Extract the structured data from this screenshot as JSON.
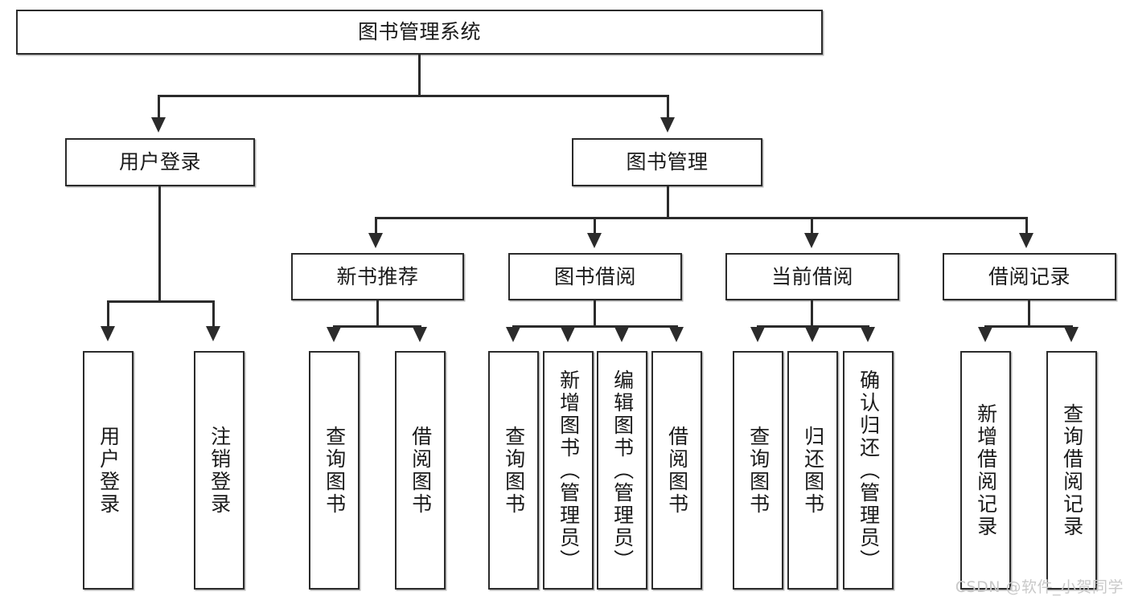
{
  "diagram": {
    "title": "图书管理系统",
    "type": "tree",
    "watermark": "CSDN @软件_小贺同学",
    "root": {
      "label": "图书管理系统"
    },
    "level2": [
      {
        "label": "用户登录"
      },
      {
        "label": "图书管理"
      }
    ],
    "level3": [
      {
        "label": "新书推荐"
      },
      {
        "label": "图书借阅"
      },
      {
        "label": "当前借阅"
      },
      {
        "label": "借阅记录"
      }
    ],
    "leaves": {
      "user_login": [
        {
          "label": "用户登录"
        },
        {
          "label": "注销登录"
        }
      ],
      "new_book_recommend": [
        {
          "label": "查询图书"
        },
        {
          "label": "借阅图书"
        }
      ],
      "book_borrow": [
        {
          "label": "查询图书"
        },
        {
          "label": "新增图书（管理员）"
        },
        {
          "label": "编辑图书（管理员）"
        },
        {
          "label": "借阅图书"
        }
      ],
      "current_borrow": [
        {
          "label": "查询图书"
        },
        {
          "label": "归还图书"
        },
        {
          "label": "确认归还（管理员）"
        }
      ],
      "borrow_record": [
        {
          "label": "新增借阅记录"
        },
        {
          "label": "查询借阅记录"
        }
      ]
    },
    "colors": {
      "stroke": "#2b2b2b",
      "fill": "#ffffff",
      "text": "#1a1a1a",
      "watermark": "#c9c9c9"
    }
  }
}
